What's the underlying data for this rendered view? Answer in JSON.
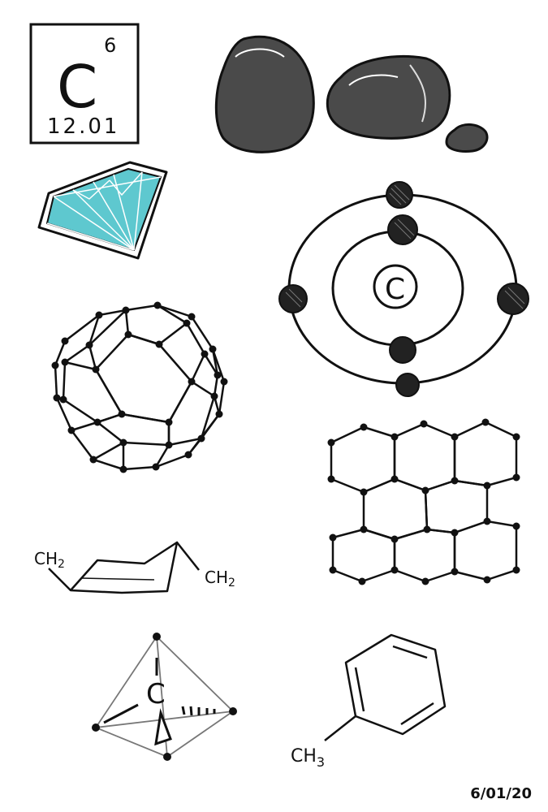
{
  "element_tile": {
    "symbol": "C",
    "atomic_number": "6",
    "atomic_mass": "12.01"
  },
  "atom_nucleus_label": "C",
  "cyclohexane": {
    "left_group": "CH",
    "left_sub": "2",
    "right_group": "CH",
    "right_sub": "2"
  },
  "tetrahedron_center": "C",
  "toluene": {
    "group": "CH",
    "sub": "3"
  },
  "date": "6/01/20",
  "colors": {
    "ink": "#111111",
    "diamond": "#5ec8cf",
    "coal": "#4a4a4a",
    "electron": "#222222"
  }
}
